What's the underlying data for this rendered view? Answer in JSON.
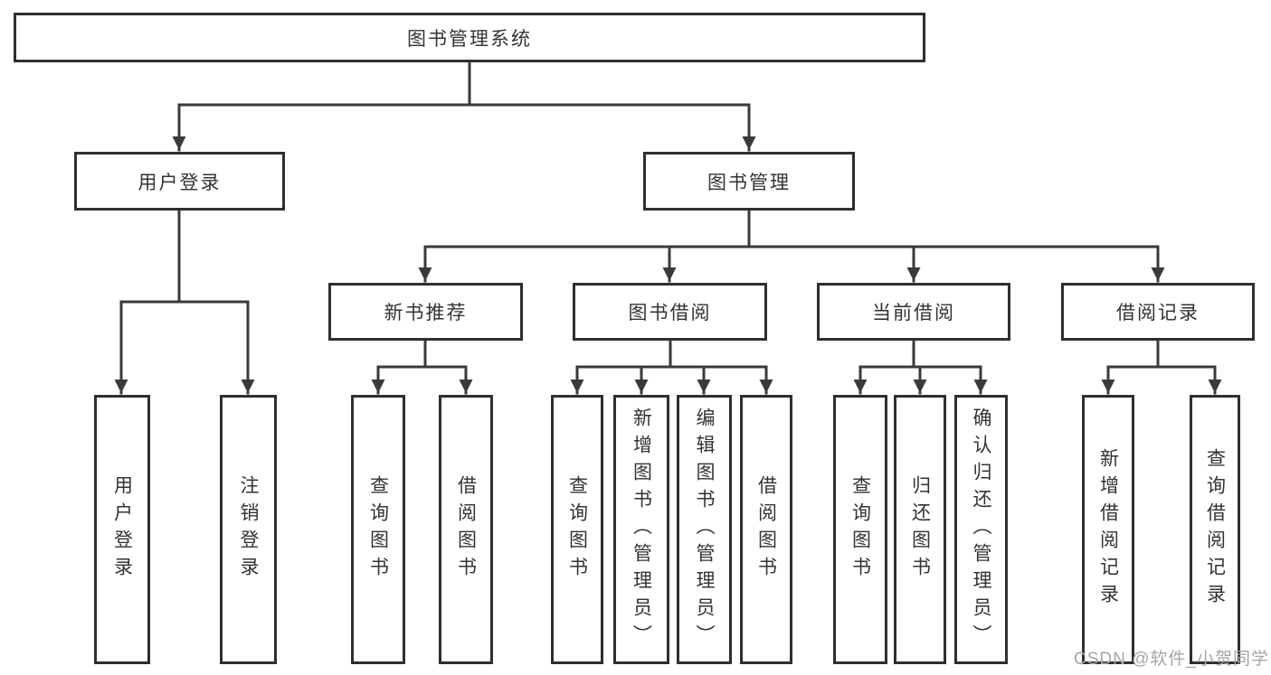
{
  "diagram_type": "functional-structure-tree",
  "watermark": {
    "text": "CSDN @软件_小贺同学"
  },
  "colors": {
    "line": "#3a3a3a",
    "box_border": "#2f2f2f",
    "text": "#333333",
    "watermark": "#a6a6a6",
    "background": "#ffffff"
  },
  "tree": {
    "label": "图书管理系统",
    "children": [
      {
        "label": "用户登录",
        "children": [
          {
            "label": "用户登录"
          },
          {
            "label": "注销登录"
          }
        ]
      },
      {
        "label": "图书管理",
        "children": [
          {
            "label": "新书推荐",
            "children": [
              {
                "label": "查询图书"
              },
              {
                "label": "借阅图书"
              }
            ]
          },
          {
            "label": "图书借阅",
            "children": [
              {
                "label": "查询图书"
              },
              {
                "label": "新增图书（管理员）"
              },
              {
                "label": "编辑图书（管理员）"
              },
              {
                "label": "借阅图书"
              }
            ]
          },
          {
            "label": "当前借阅",
            "children": [
              {
                "label": "查询图书"
              },
              {
                "label": "归还图书"
              },
              {
                "label": "确认归还（管理员）"
              }
            ]
          },
          {
            "label": "借阅记录",
            "children": [
              {
                "label": "新增借阅记录"
              },
              {
                "label": "查询借阅记录"
              }
            ]
          }
        ]
      }
    ]
  }
}
